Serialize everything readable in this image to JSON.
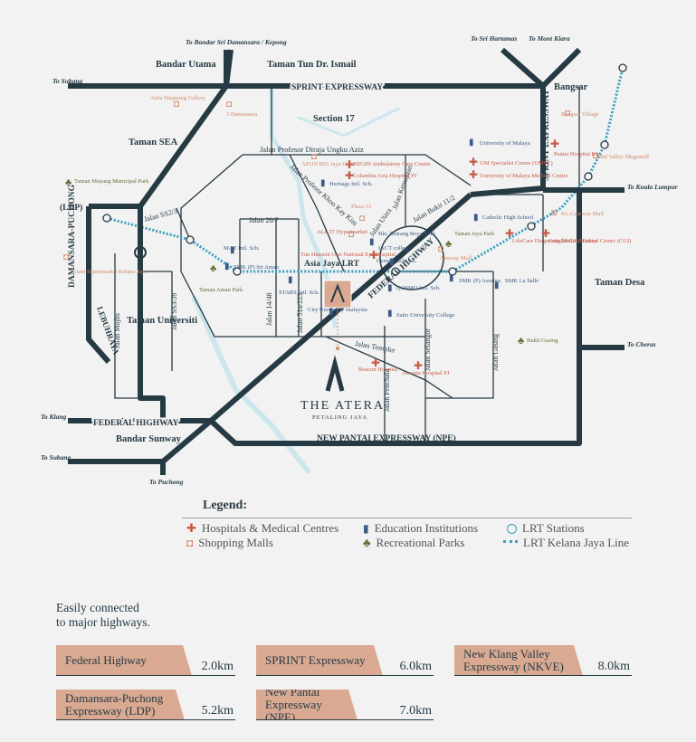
{
  "map": {
    "roads": {
      "sprint_top": "SPRINT EXPRESSWAY",
      "sprint_vertical": "SPRINT EXPRESSWAY",
      "federal_diag": "FEDERAL HIGHWAY",
      "federal_left": "FEDERAL HIGHWAY",
      "npe": "NEW PANTAI EXPRESSWAY (NPE)",
      "ldp": "(LDP)",
      "damansara_puchong": "DAMANSARA-PUCHONG",
      "lebuhraya": "LEBUHRAYA",
      "jalan_profesor_diraja": "Jalan Profesor Diraja Ungku Aziz",
      "jalan_profesor_khoo": "Jalan Profesor Khoo Kay Kim",
      "jalan_ss2": "Jalan SS2/3",
      "jalan_20_7": "Jalan 20/7",
      "jalan_14_48": "Jalan 14/48",
      "jalan_51a_223": "Jalan 51a/223",
      "jalan_majlis": "Jalan Majlis",
      "jalan_ss3_39": "Jalan SS3/39",
      "jalan_templer": "Jalan Templer",
      "jalan_penchala": "Jalan Penchala",
      "jalan_selangor": "Jalan Selangor",
      "jalan_gasing": "Jalan Gasing",
      "jalan_kemajuan": "Jalan Kemajuan",
      "jalan_bukit": "Jalan Bukit 11/2",
      "jalan_utara": "Jalan Utara",
      "asia_jaya": "Asia Jaya LRT"
    },
    "directions": {
      "to_bandar_sri_damansara": "To Bandar Sri Damansara / Kepong",
      "to_sri_hartamas": "To Sri Hartamas",
      "to_mont_kiara": "To Mont Kiara",
      "to_subang_top": "To Subang",
      "to_kuala_lumpur": "To Kuala Lumpur",
      "to_cheras": "To Cheras",
      "to_klang": "To Klang",
      "to_subang_bottom": "To Subang",
      "to_puchong": "To Puchong"
    },
    "areas": {
      "bandar_utama": "Bandar Utama",
      "taman_tun": "Taman Tun Dr. Ismail",
      "bangsar": "Bangsar",
      "section17": "Section 17",
      "taman_sea": "Taman SEA",
      "taman_universiti": "Taman Universiti",
      "taman_desa": "Taman Desa",
      "bandar_sunway": "Bandar Sunway"
    },
    "pois": {
      "atria": "Atria Shopping Gallery",
      "3damansara": "3 Damansara",
      "taman_mayang": "Taman Mayang Municipal Park",
      "aeon": "AEON BiG Jaya One",
      "regin": "REGIN Ambulatory Care Centre",
      "columbia": "Columbia Asia Hospital PJ",
      "heritage": "Heritage Intl. Sch.",
      "plaza33": "Plaza 33",
      "allit": "ALL IT Hypermarket",
      "tun_hussein": "Tun Hussein Onn National Eye Hospital",
      "bukit_bintang_boys": "Bkt. Bintang Boys' Schl.",
      "iact": "IACT college",
      "german": "German Sch. KL",
      "maz": "MAZ Intl. Sch.",
      "smk_sri_aman": "SMK (P) Sri Aman",
      "taman_aman": "Taman Aman Park",
      "stars": "STARS Intl. Sch.",
      "city_univ": "City University Malaysia",
      "qosmo": "QOSMO Intl. Sch.",
      "saito": "Saito University College",
      "beacon": "Beacon Hospital",
      "assunta_hosp": "Assunta Hospital PJ",
      "giant": "Giant Supermarket Kelana Jaya",
      "univ_malaya": "University of Malaya",
      "ummc": "UM Specialist Centre (UMSC)",
      "ummc2": "University of Malaya Medical Centre",
      "catholic": "Catholic High School",
      "taman_jaya": "Taman Jaya Park",
      "amcorp": "Amcorp Mall",
      "smk_assunta": "SMK (P) Assunta",
      "smk_lasalle": "SMK La Salle",
      "bukit_gasing": "Bukit Gasing",
      "kl_gateway": "KL Gateway Mall",
      "lifecare": "LifeCare Diagnostic Medical Centre",
      "gleneagles": "Cengild G.I. Medical Centre (CGI)",
      "pantai": "Pantai Hospital KL",
      "bangsar_village": "Bangsar Village",
      "mid_valley": "Mid Valley Megamall"
    },
    "atera": {
      "name": "THE ATERA",
      "sub": "PETALING JAYA"
    }
  },
  "legend": {
    "title": "Legend:",
    "items": [
      {
        "label": "Hospitals & Medical Centres",
        "icon": "hospital-cross-icon"
      },
      {
        "label": "Shopping Malls",
        "icon": "shopping-bag-icon"
      },
      {
        "label": "Education Institutions",
        "icon": "book-icon"
      },
      {
        "label": "Recreational Parks",
        "icon": "tree-icon"
      },
      {
        "label": "LRT Stations",
        "icon": "station-circle-icon"
      },
      {
        "label": "LRT Kelana Jaya Line",
        "icon": "dotted-line-icon"
      }
    ]
  },
  "connectivity": {
    "heading_line1": "Easily connected",
    "heading_line2": "to major highways.",
    "highways": [
      {
        "name": "Federal Highway",
        "distance": "2.0km"
      },
      {
        "name": "SPRINT Expressway",
        "distance": "6.0km"
      },
      {
        "name": "New Klang Valley Expressway (NKVE)",
        "distance": "8.0km"
      },
      {
        "name": "Damansara-Puchong Expressway (LDP)",
        "distance": "5.2km"
      },
      {
        "name": "New Pantai Expressway (NPE)",
        "distance": "7.0km"
      }
    ]
  },
  "colors": {
    "road": "#263a44",
    "minor_road": "#263a44",
    "river": "#c9e6ee",
    "lrt": "#3a9fc0",
    "accent": "#d9a992",
    "hospital": "#c85a4a",
    "mall": "#d08a6a",
    "school": "#3b5a86",
    "park": "#6d6a3a"
  }
}
